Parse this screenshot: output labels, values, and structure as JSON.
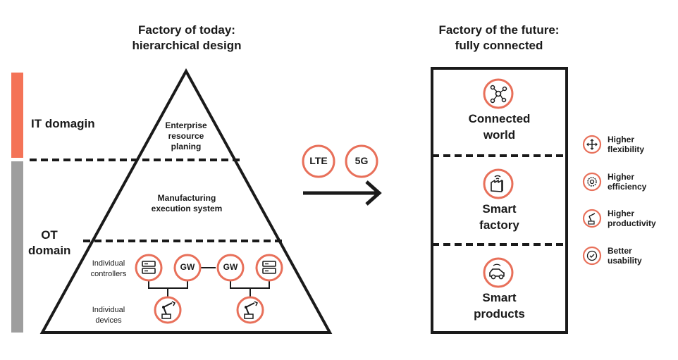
{
  "left": {
    "title_line1": "Factory of today:",
    "title_line2": "hierarchical design",
    "it_domain": "IT domagin",
    "ot_domain_line1": "OT",
    "ot_domain_line2": "domain",
    "erp_line1": "Enterprise",
    "erp_line2": "resource",
    "erp_line3": "planing",
    "mes_line1": "Manufacturing",
    "mes_line2": "execution system",
    "controllers_line1": "Individual",
    "controllers_line2": "controllers",
    "devices_line1": "Individual",
    "devices_line2": "devices",
    "gw_left": "GW",
    "gw_right": "GW"
  },
  "middle": {
    "lte": "LTE",
    "fiveg": "5G"
  },
  "right": {
    "title_line1": "Factory of the future:",
    "title_line2": "fully connected",
    "connected_line1": "Connected",
    "connected_line2": "world",
    "factory_line1": "Smart",
    "factory_line2": "factory",
    "products_line1": "Smart",
    "products_line2": "products"
  },
  "benefits": [
    {
      "line1": "Higher",
      "line2": "flexibility",
      "icon": "arrows-icon"
    },
    {
      "line1": "Higher",
      "line2": "efficiency",
      "icon": "gear-icon"
    },
    {
      "line1": "Higher",
      "line2": "productivity",
      "icon": "robot-arm-icon"
    },
    {
      "line1": "Better",
      "line2": "usability",
      "icon": "check-icon"
    }
  ],
  "colors": {
    "accent": "#e8705a",
    "it_bar": "#f47357",
    "ot_bar": "#9e9e9e",
    "ink": "#1a1a1a"
  }
}
